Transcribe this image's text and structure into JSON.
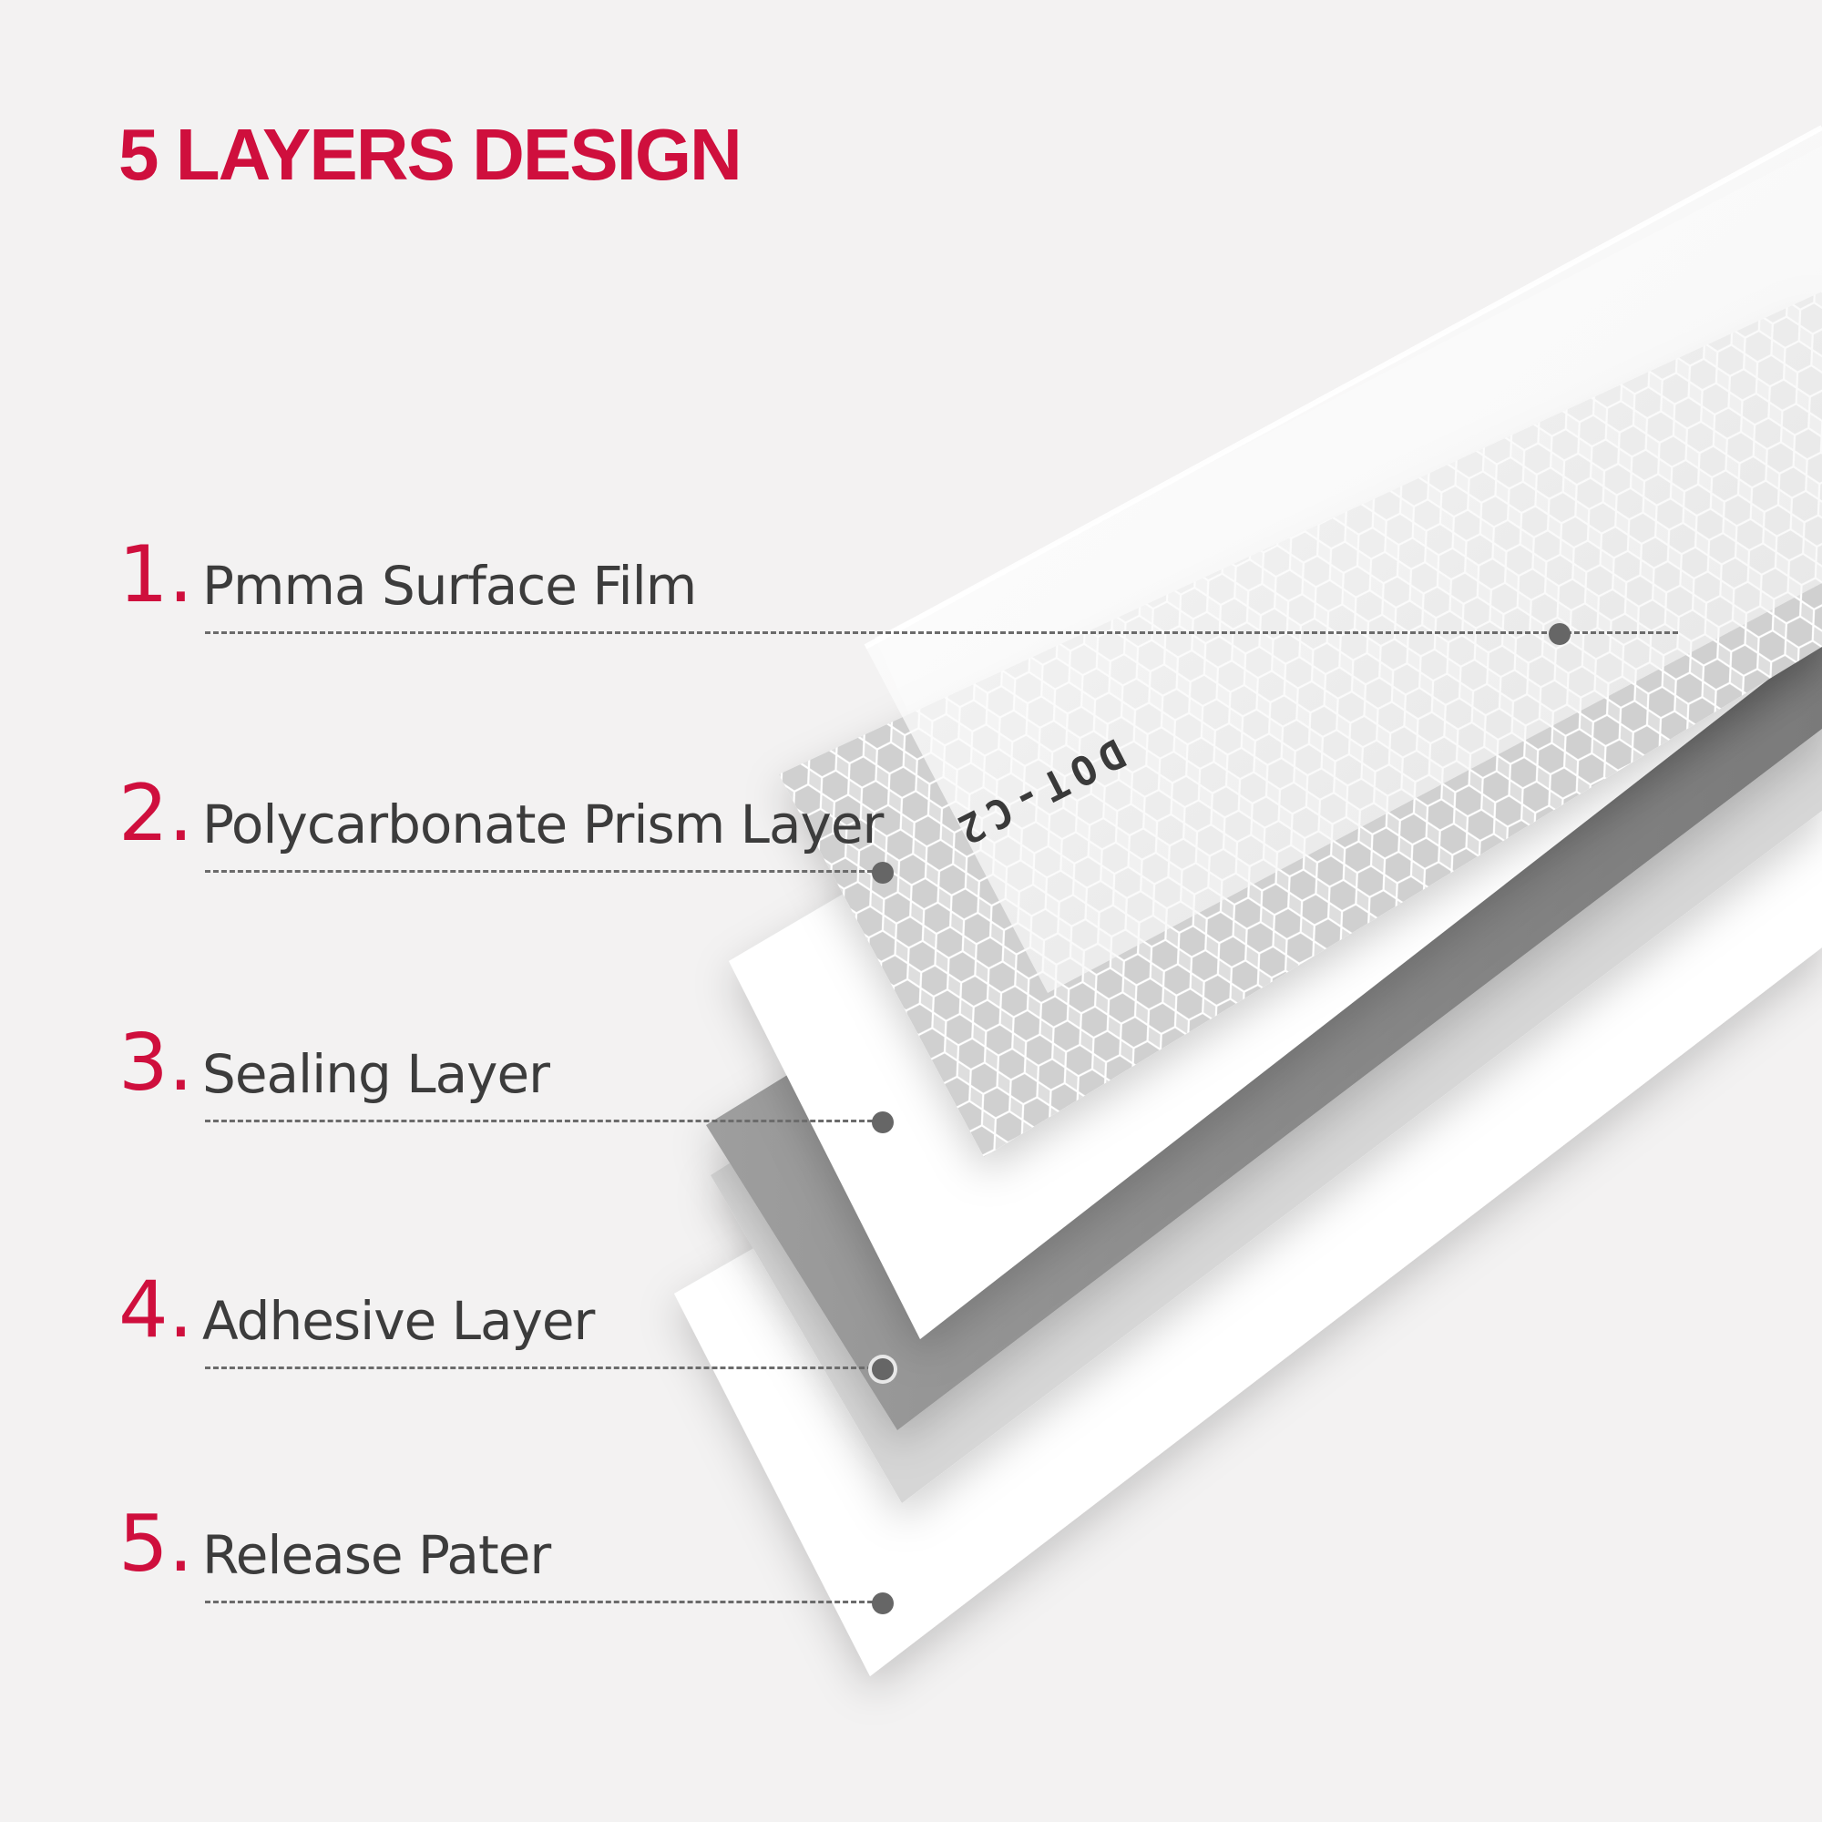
{
  "title": "5 LAYERS DESIGN",
  "colors": {
    "accent": "#cf0f3d",
    "text": "#3c3c3c",
    "background": "#f3f2f2"
  },
  "stamp_text": "DOT-C2",
  "layers": [
    {
      "number": "1.",
      "label": "Pmma Surface Film"
    },
    {
      "number": "2.",
      "label": "Polycarbonate Prism Layer"
    },
    {
      "number": "3.",
      "label": "Sealing Layer"
    },
    {
      "number": "4.",
      "label": "Adhesive Layer"
    },
    {
      "number": "5.",
      "label": "Release Pater"
    }
  ]
}
